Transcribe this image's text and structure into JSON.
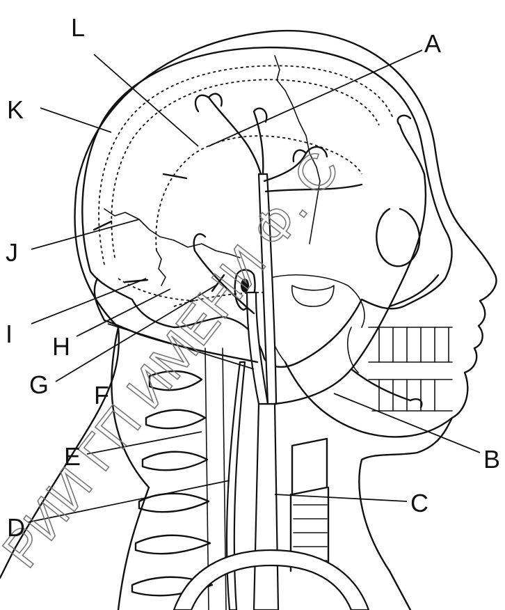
{
  "labels": {
    "A": "A",
    "B": "B",
    "C": "C",
    "D": "D",
    "E": "E",
    "F": "F",
    "G": "G",
    "H": "H",
    "I": "I",
    "J": "J",
    "K": "K",
    "L": "L"
  },
  "watermark": {
    "text": "РИИ ГП ИМЕНИ Ф. С"
  },
  "colors": {
    "line": "#111111",
    "background": "#ffffff",
    "watermark": "#777777"
  }
}
